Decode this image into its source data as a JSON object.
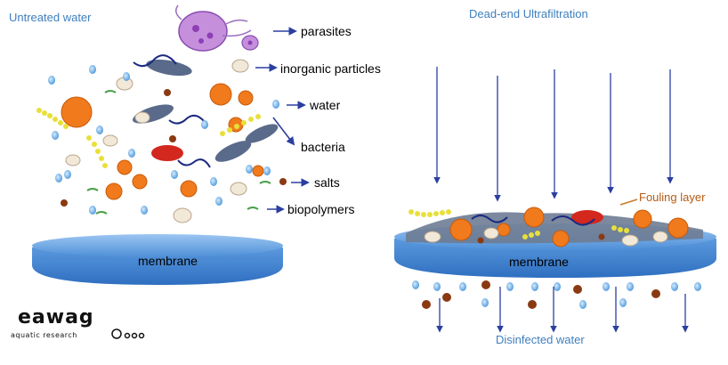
{
  "left_panel": {
    "heading": "Untreated water",
    "labels": {
      "parasites": "parasites",
      "inorganic": "inorganic particles",
      "water": "water",
      "bacteria": "bacteria",
      "salts": "salts",
      "biopolymers": "biopolymers"
    },
    "membrane": "membrane"
  },
  "right_panel": {
    "heading": "Dead-end Ultrafiltration",
    "fouling_layer": "Fouling layer",
    "membrane": "membrane",
    "output": "Disinfected water"
  },
  "logo": {
    "main": "eawag",
    "sub": "aquatic research"
  },
  "colors": {
    "heading": "#3f7fbf",
    "membrane_top": "#6fa8e6",
    "membrane_body": "#3e82d0",
    "water_drop": "#3f8fd6",
    "salt": "#8a3a12",
    "bacteria_orange": "#f07a1c",
    "arrow": "#2b3fa0",
    "fouling_label": "#b65a12"
  }
}
